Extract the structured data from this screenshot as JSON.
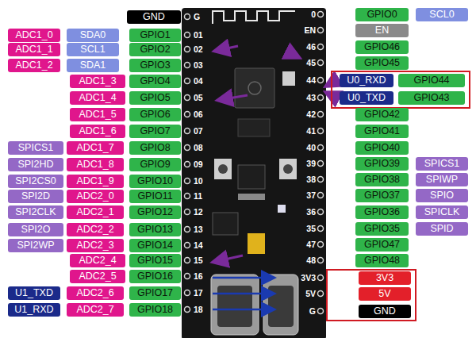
{
  "diagram": {
    "labels": [
      "GND",
      "G",
      "ADC1_0",
      "SDA0",
      "GPIO1",
      "01",
      "ADC1_1",
      "SCL1",
      "GPIO2",
      "02",
      "ADC1_2",
      "SDA1",
      "GPIO3",
      "03",
      "ADC1_3",
      "GPIO4",
      "04",
      "ADC1_4",
      "GPIO5",
      "05",
      "ADC1_5",
      "GPIO6",
      "06",
      "ADC1_6",
      "GPIO7",
      "07",
      "SPICS1",
      "ADC1_7",
      "GPIO8",
      "08",
      "SPI2HD",
      "ADC1_8",
      "GPIO9",
      "09",
      "SPI2CS0",
      "ADC1_9",
      "GPIO10",
      "10",
      "SPI2D",
      "ADC2_0",
      "GPIO11",
      "11",
      "SPI2CLK",
      "ADC2_1",
      "GPIO12",
      "12",
      "SPI2O",
      "ADC2_2",
      "GPIO13",
      "13",
      "SPI2WP",
      "ADC2_3",
      "GPIO14",
      "14",
      "ADC2_4",
      "GPIO15",
      "15",
      "ADC2_5",
      "GPIO16",
      "16",
      "U1_TXD",
      "ADC2_6",
      "GPIO17",
      "17",
      "U1_RXD",
      "ADC2_7",
      "GPIO18",
      "18",
      "0",
      "GPIO0",
      "SCL0",
      "EN",
      "EN",
      "46",
      "GPIO46",
      "45",
      "GPIO45",
      "44",
      "U0_RXD",
      "GPIO44",
      "43",
      "U0_TXD",
      "GPIO43",
      "42",
      "GPIO42",
      "41",
      "GPIO41",
      "40",
      "GPIO40",
      "39",
      "GPIO39",
      "SPICS1",
      "38",
      "GPIO38",
      "SPIWP",
      "37",
      "GPIO37",
      "SPIO",
      "36",
      "GPIO36",
      "SPICLK",
      "35",
      "GPIO35",
      "SPID",
      "47",
      "GPIO47",
      "48",
      "GPIO48",
      "3V3",
      "3V3",
      "5V",
      "5V",
      "G",
      "GND"
    ]
  }
}
